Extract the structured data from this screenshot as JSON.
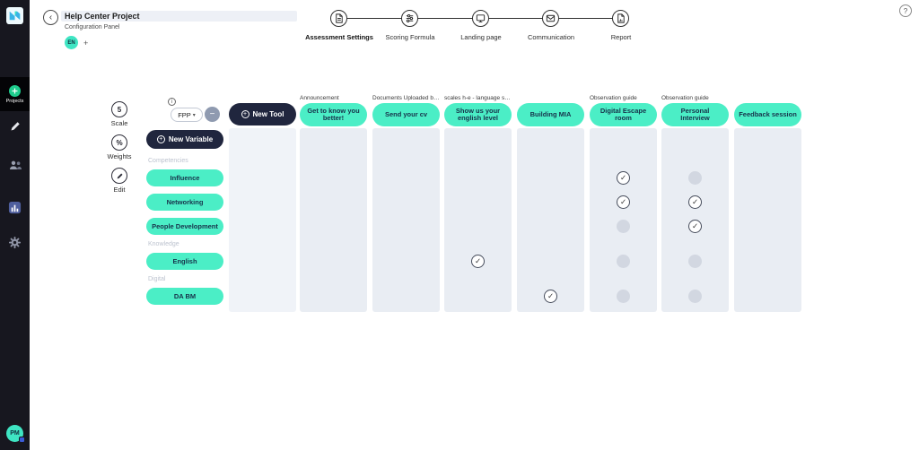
{
  "colors": {
    "accent": "#4BEEC6",
    "dark_button": "#20263E",
    "panel": "#E9EDF3",
    "sidebar": "#17171F"
  },
  "sidebar": {
    "projects_label": "Projects",
    "avatar_initials": "PM"
  },
  "header": {
    "back_symbol": "‹",
    "title": "Help Center Project",
    "subtitle": "Configuration Panel",
    "language_badge": "EN",
    "add_language_symbol": "+",
    "help_symbol": "?"
  },
  "stepper": {
    "steps": [
      {
        "label": "Assessment Settings",
        "active": true
      },
      {
        "label": "Scoring Formula",
        "active": false
      },
      {
        "label": "Landing page",
        "active": false
      },
      {
        "label": "Communication",
        "active": false
      },
      {
        "label": "Report",
        "active": false
      }
    ]
  },
  "side_controls": {
    "scale": {
      "symbol": "5",
      "label": "Scale"
    },
    "weights": {
      "symbol": "%",
      "label": "Weights"
    },
    "edit": {
      "label": "Edit"
    }
  },
  "variables": {
    "selector_label": "FPP",
    "selector_caret": "▾",
    "info_symbol": "i",
    "remove_symbol": "−",
    "new_variable_label": "New Variable",
    "plus_symbol": "+",
    "groups": [
      {
        "name": "Competencies",
        "items": [
          "Influence",
          "Networking",
          "People Development"
        ]
      },
      {
        "name": "Knowledge",
        "items": [
          "English"
        ]
      },
      {
        "name": "Digital",
        "items": [
          "DA BM"
        ]
      }
    ]
  },
  "tools": {
    "new_tool_label": "New Tool",
    "plus_symbol": "+",
    "check_symbol": "✓",
    "columns": [
      {
        "category": "Announcement",
        "label": "Get to know you better!",
        "cells": [
          "",
          "",
          "",
          "",
          ""
        ]
      },
      {
        "category": "Documents Uploaded by the ...",
        "label": "Send your cv",
        "cells": [
          "",
          "",
          "",
          "",
          ""
        ]
      },
      {
        "category": "scales h-e - language skills (...",
        "label": "Show us your english level",
        "cells": [
          "",
          "",
          "",
          "check",
          ""
        ]
      },
      {
        "category": "",
        "label": "Building MIA",
        "cells": [
          "",
          "",
          "",
          "",
          "check"
        ]
      },
      {
        "category": "Observation guide",
        "label": "Digital Escape room",
        "cells": [
          "check",
          "check",
          "circle",
          "circle",
          "circle"
        ]
      },
      {
        "category": "Observation guide",
        "label": "Personal Interview",
        "cells": [
          "circle",
          "check",
          "check",
          "circle",
          "circle"
        ]
      },
      {
        "category": "",
        "label": "Feedback session",
        "cells": [
          "",
          "",
          "",
          "",
          ""
        ]
      }
    ]
  }
}
